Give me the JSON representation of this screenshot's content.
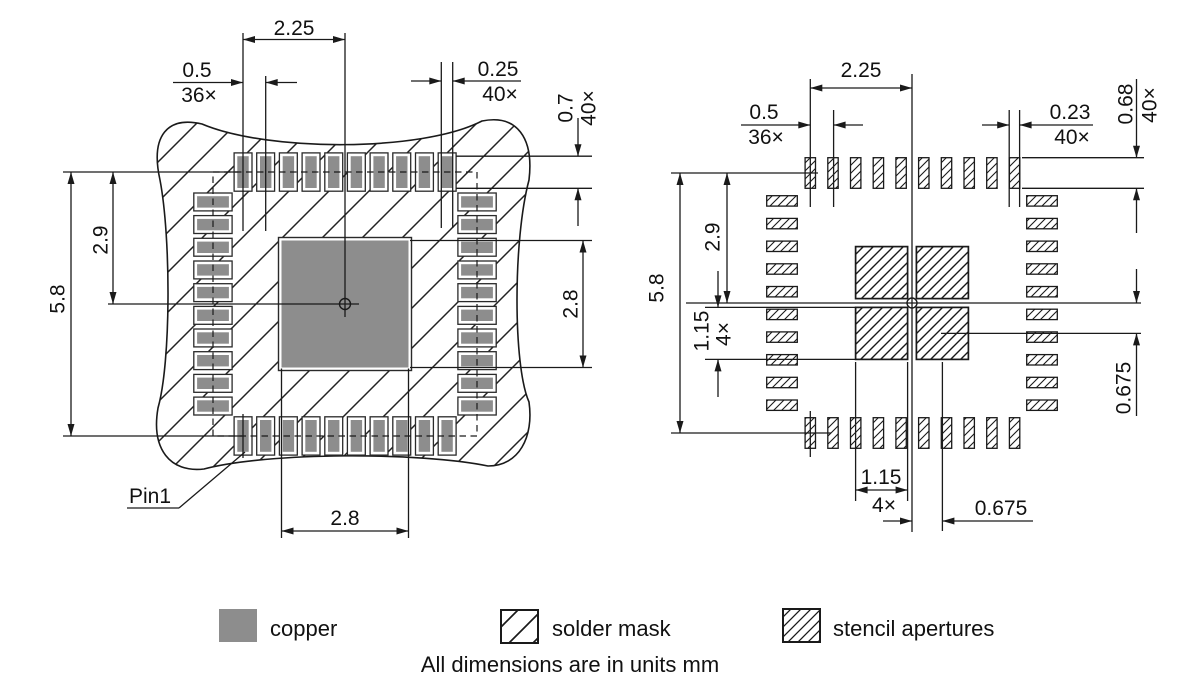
{
  "drawing": {
    "left": {
      "pitch_span": "2.25",
      "pitch": "0.5",
      "pitch_count": "36×",
      "pad_width": "0.25",
      "pad_width_count": "40×",
      "pad_length": "0.7",
      "pad_length_count": "40×",
      "center_to_pad_row": "2.9",
      "overall_span": "5.8",
      "center_pad_width": "2.8",
      "center_pad_height": "2.8",
      "pin1": "Pin1"
    },
    "right": {
      "pitch_span": "2.25",
      "pitch": "0.5",
      "pitch_count": "36×",
      "aperture_width": "0.23",
      "aperture_width_count": "40×",
      "aperture_length": "0.68",
      "aperture_length_count": "40×",
      "center_to_pad_row": "2.9",
      "overall_span": "5.8",
      "center_aperture_size": "1.15",
      "center_aperture_count": "4×",
      "center_aperture_offset": "0.675"
    }
  },
  "legend": {
    "copper": "copper",
    "solder_mask": "solder mask",
    "stencil": "stencil apertures"
  },
  "footnote": "All dimensions are in units mm",
  "colors": {
    "copper": "#8d8d8d",
    "line": "#1a1a1a",
    "background": "#ffffff"
  }
}
